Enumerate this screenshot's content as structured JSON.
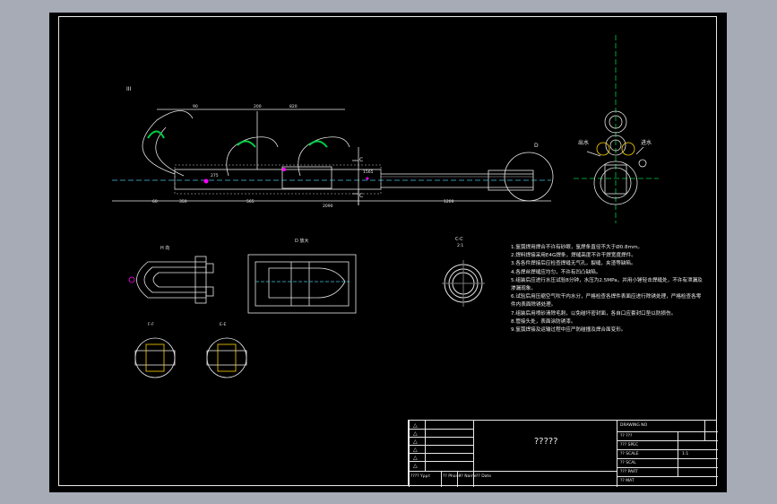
{
  "drawing": {
    "section_label_top_left": "III",
    "section_a_label": "C",
    "section_b_label": "C",
    "detail_label": "D",
    "inlet_label": "出水",
    "outlet_label": "进水",
    "view_h_label": "H 向",
    "view_d_label": "D 放大",
    "section_cc_label": "C-C",
    "section_cc_sub": "2:1",
    "small_section_1": "F-F",
    "small_section_2": "E-E",
    "dim_labels": [
      "90",
      "200",
      "820",
      "275",
      "2090",
      "565",
      "1200",
      "60",
      "350",
      "1565"
    ]
  },
  "notes": [
    "1.氩弧焊用焊合不许有砂眼，氩焊条直径不大于Ø0.8mm。",
    "2.焊料焊接采用E4G焊条，焊缝高度不许干焊宽度焊件。",
    "3.各各件焊接后应检查焊缝无气孔，裂缝，夹渣等缺陷。",
    "4.各焊丝焊缝应均匀，不许有凹凸缺陷。",
    "5.组装后应进行水压试验8分钟，水压为2.5MPa，并用小锤轻击焊缝处，不许有泄漏及渗漏现象。",
    "6.试验后用压缩空气吹干内水分，严格检查各焊件表面应进行除锈处理，严格检查各零件内表面除锈处理。",
    "7.组装后用喷砂清除毛刺，以免碰坏密封面，各自口应套封口垫以防损伤。",
    "8.管接头处，表面涂防锈漆。",
    "9.氩弧焊接及运输过程中应严防碰撞及焊合面变形。"
  ],
  "title_block": {
    "main_title": "?????",
    "drawing_no_label": "DRAWING NO",
    "row_labels": [
      "????",
      "????",
      "????",
      "????"
    ],
    "symbols": [
      "△",
      "△",
      "△",
      "△",
      "△",
      "△"
    ],
    "bottom_headers": [
      "????  Υρμτ",
      "??  Phone",
      "??  Name",
      "??  Date"
    ],
    "right_labels": [
      "?? ???",
      "??? SPEC",
      "?? SCALE",
      "?? SCAL",
      "??? PART",
      "?? MAT"
    ],
    "right_values": [
      "",
      "",
      "1:1",
      "",
      "",
      ""
    ],
    "scale_value": "1:1"
  }
}
